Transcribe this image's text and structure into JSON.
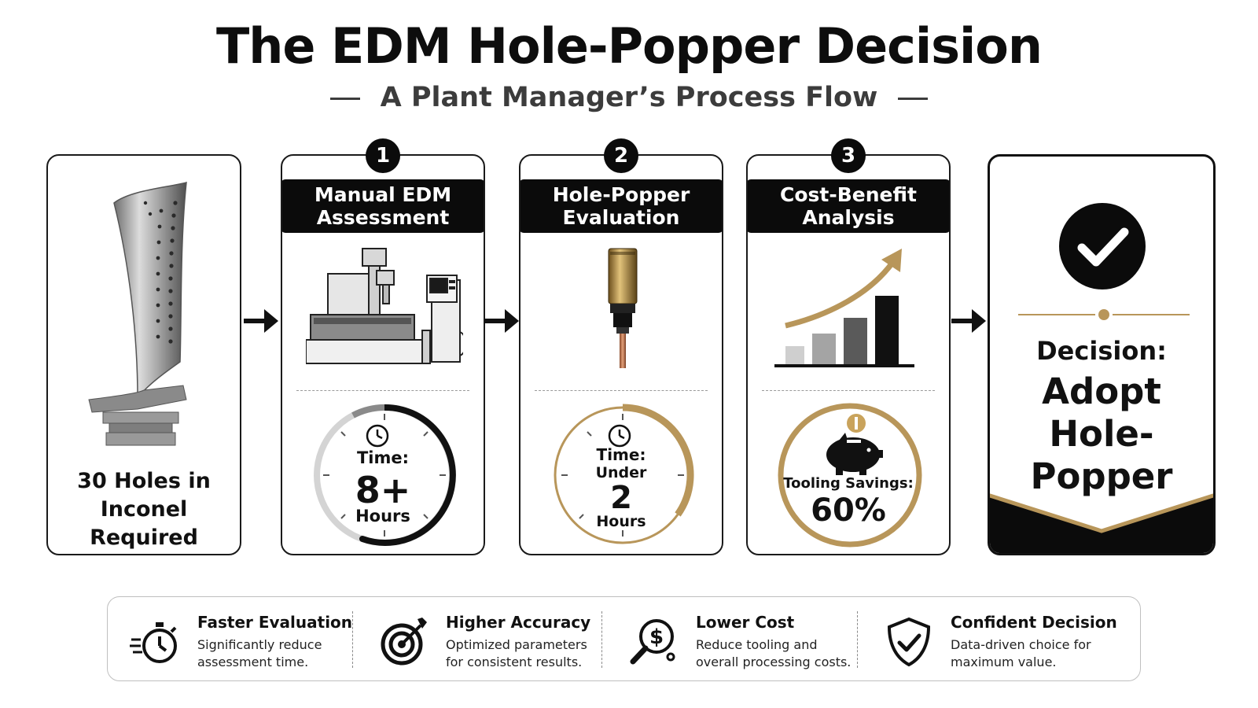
{
  "title": "The EDM Hole-Popper Decision",
  "subtitle": "A Plant Manager’s Process Flow",
  "start": {
    "line1": "30 Holes in",
    "line2": "Inconel Required",
    "icon": "turbine-blade-icon"
  },
  "steps": [
    {
      "number": "1",
      "title_line1": "Manual EDM",
      "title_line2": "Assessment",
      "icon": "edm-machine-icon",
      "dial": {
        "label": "Time:",
        "value": "8+",
        "unit": "Hours",
        "icon": "clock-icon"
      }
    },
    {
      "number": "2",
      "title_line1": "Hole-Popper",
      "title_line2": "Evaluation",
      "icon": "electrode-icon",
      "dial": {
        "label": "Time:",
        "prefix": "Under",
        "value": "2",
        "unit": "Hours",
        "icon": "clock-icon"
      }
    },
    {
      "number": "3",
      "title_line1": "Cost-Benefit",
      "title_line2": "Analysis",
      "icon": "growth-chart-icon",
      "dial": {
        "label": "Tooling Savings:",
        "value": "60%",
        "icon": "piggy-bank-icon"
      }
    }
  ],
  "final": {
    "label": "Decision:",
    "line1": "Adopt",
    "line2": "Hole-Popper",
    "icon": "checkmark-icon"
  },
  "benefits": [
    {
      "title": "Faster Evaluation",
      "line1": "Significantly reduce",
      "line2": "assessment time.",
      "icon": "stopwatch-icon"
    },
    {
      "title": "Higher Accuracy",
      "line1": "Optimized parameters",
      "line2": "for consistent results.",
      "icon": "target-icon"
    },
    {
      "title": "Lower Cost",
      "line1": "Reduce tooling and",
      "line2": "overall processing costs.",
      "icon": "dollar-search-icon"
    },
    {
      "title": "Confident Decision",
      "line1": "Data-driven choice for",
      "line2": "maximum value.",
      "icon": "shield-check-icon"
    }
  ],
  "colors": {
    "accent": "#b8965a",
    "dark": "#0b0b0b",
    "text": "#111111"
  }
}
